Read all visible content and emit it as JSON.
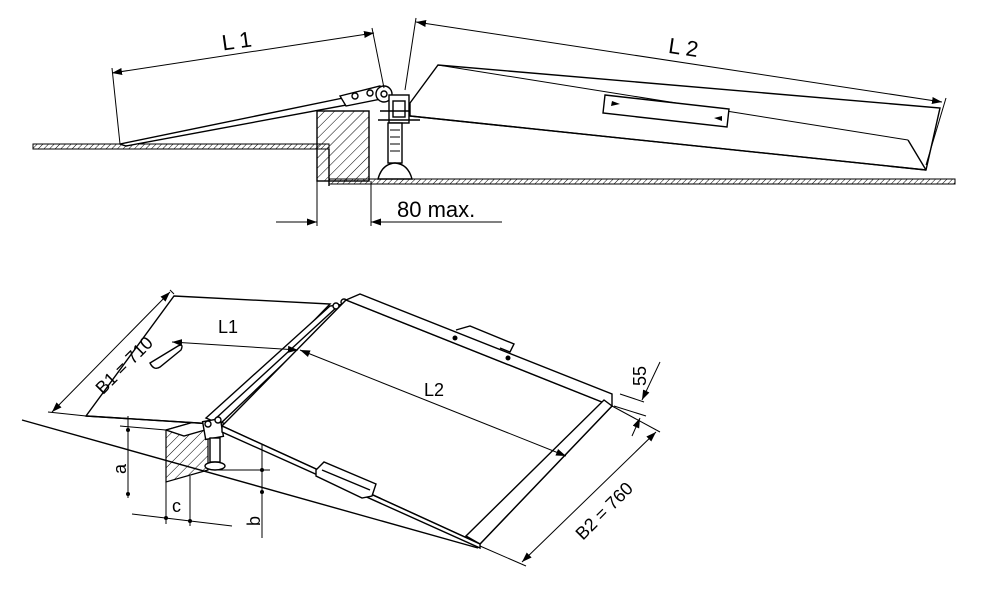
{
  "top_view": {
    "label_l1": "L 1",
    "label_l2": "L 2",
    "label_gap": "80 max."
  },
  "iso_view": {
    "label_b1": "B1 = 710",
    "label_l1": "L1",
    "label_l2": "L2",
    "label_55": "55",
    "label_b2": "B2 = 760",
    "label_a": "a",
    "label_b": "b",
    "label_c": "c"
  },
  "colors": {
    "line": "#000000",
    "background": "#ffffff"
  }
}
